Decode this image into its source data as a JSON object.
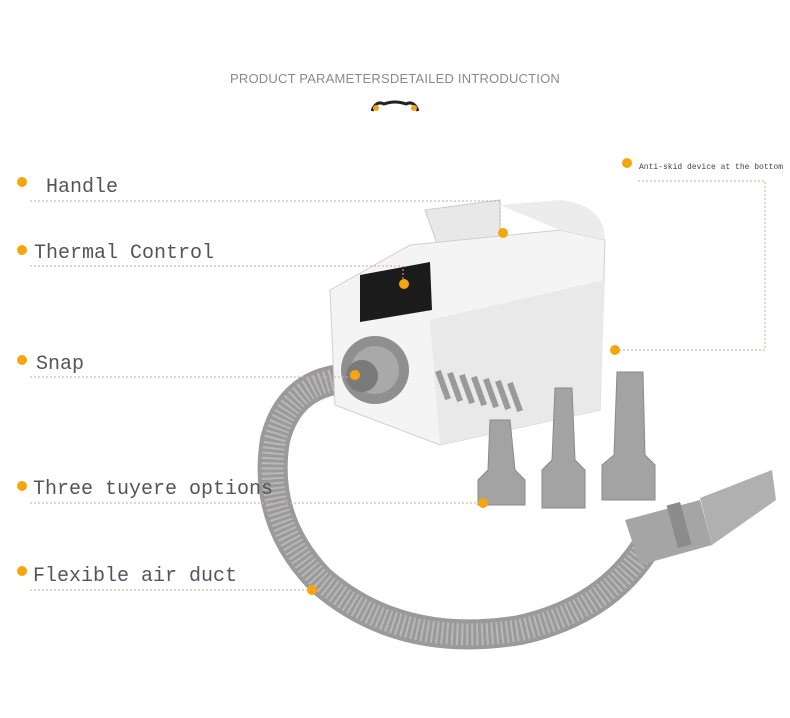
{
  "heading": "PRODUCT PARAMETERSDETAILED INTRODUCTION",
  "accent_color": "#f5a60f",
  "line_color": "#d9a68a",
  "labels": {
    "handle": "Handle",
    "thermal": "Thermal Control",
    "snap": "Snap",
    "tuyere": "Three tuyere options",
    "duct": "Flexible air duct",
    "antiskid": "Anti-skid device at the bottom"
  }
}
